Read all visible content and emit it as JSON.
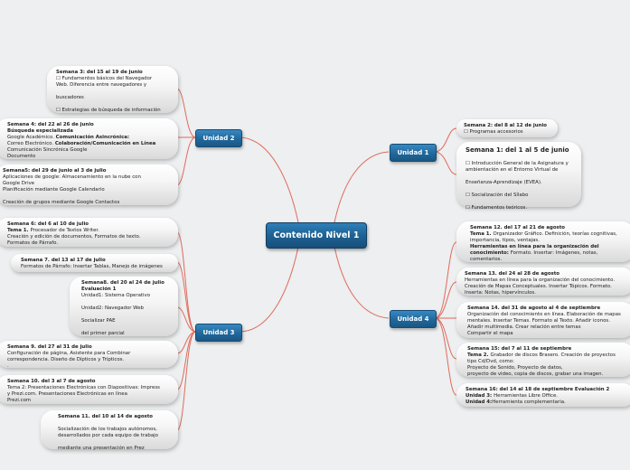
{
  "central": {
    "label": "Contenido Nivel 1"
  },
  "colors": {
    "node_blue": "#1f6598",
    "connector": "#e06a5c",
    "background": "#edeff0"
  },
  "units": [
    {
      "label": "Unidad 1"
    },
    {
      "label": "Unidad 2"
    },
    {
      "label": "Unidad 3"
    },
    {
      "label": "Unidad 4"
    }
  ],
  "unidad1": {
    "semana2": {
      "title": "Semana 2: del 8 al 12 de junio",
      "lines": [
        "☐ Programas accesorios"
      ]
    },
    "semana1": {
      "title": "Semana 1: del 1 al 5 de junio",
      "lines": [
        "☐ Introducción General de la Asignatura y",
        "ambientación en el Entorno Virtual de",
        "Enseñanza-Aprendizaje (EVEA).",
        "☐ Socialización del Sílabo",
        "☐ Fundamentos teóricos."
      ]
    }
  },
  "unidad2": {
    "semana3": {
      "title": "Semana 3: del 15 al 19 de junio",
      "lines": [
        "☐ Fundamentos básicos del Navegador",
        "Web. Diferencia entre navegadores y",
        "buscadores",
        "☐ Estrategias de búsqueda de información"
      ]
    },
    "semana4": {
      "title": "Semana 4: del 22 al 26 de junio",
      "l1": "Búsqueda especializada",
      "l2a": "Google Académico. ",
      "l2b": "Comunicación Asincrónica:",
      "l3a": "Correo Electrónico. ",
      "l3b": "Colaboración/Comunicación en Línea",
      "l4": "Comunicación Sincrónica Google",
      "l5": "Documento"
    },
    "semana5": {
      "title": "Semana5: del 29 de junio al 3 de julio",
      "lines": [
        "Aplicaciones de google: Almacenamiento en la nube con",
        "Google Drive",
        "Planificación mediante Google Calendario",
        "Creación de grupos mediante Google Contactos"
      ]
    }
  },
  "unidad3": {
    "semana6": {
      "title": "Semana 6: del 6 al 10 de julio",
      "l1a": "Tema 1. ",
      "l1b": "Procesador de Textos Writer.",
      "l2": "Creación y edición de documentos, Formatos de texto.",
      "l3": "Formatos de Párrafo."
    },
    "semana7": {
      "title": "Semana 7. del 13 al 17 de julio",
      "lines": [
        "Formatos de Párrafo: Insertar Tablas, Manejo de imágenes"
      ]
    },
    "semana8": {
      "title": "Semana8. del 20 al 24 de julio",
      "subtitle": "Evaluación 1",
      "lines": [
        "Unidad1: Sistema Operativo",
        "Unidad2: Navegador Web",
        "Socializar  PAE",
        "del primer parcial"
      ]
    },
    "semana9": {
      "title": "Semana 9. del 27 al 31 de julio",
      "lines": [
        "Configuración de página, Asistente para Combinar",
        "correspondencia. Diseño de Dípticos y Trípticos.",
        "."
      ]
    },
    "semana10": {
      "title": "Semana 10. del 3 al 7 de agosto",
      "lines": [
        "Tema 2: Presentaciones Electrónicas con Diapositivas: Impress",
        "y Prezi.com. Presentaciones Electrónicas en línea",
        "Prezi.com"
      ]
    },
    "semana11": {
      "title": "Semana 11. del 10 al 14 de agosto",
      "lines": [
        "Socialización de los trabajos autónomos,",
        "desarrollados por cada equipo de trabajo",
        "mediante una presentación en Prez"
      ]
    }
  },
  "unidad4": {
    "semana12": {
      "title": "Semana 12. del 17 al 21 de agosto",
      "l1a": "Tema 1. ",
      "l1b": "Organizador Gráfico. Definición, teorías cognitivas,",
      "l2": "importancia, tipos, ventajas.",
      "l3": "Herramientas en línea para la organización del",
      "l4a": "conocimiento: ",
      "l4b": "Formato. Insertar: Imágenes, notas,",
      "l5": "comentarios."
    },
    "semana13": {
      "title": "Semana 13. del 24 al 28 de agosto",
      "lines": [
        "Herramientas en línea para la organización del conocimiento.",
        "Creación de Mapas Conceptuales. Insertar Tópicos. Formato.",
        "Inserta: Notas, hipervínculos."
      ]
    },
    "semana14": {
      "title": "Semana 14. del 31 de agosto al 4 de septiembre",
      "lines": [
        "Organización del conocimiento en línea. Elaboración de mapas",
        "mentales. Insertar Temas. Formato al Texto. Añadir iconos.",
        "Añadir multimedia. Crear relación entre temas",
        " Compartir el mapa"
      ]
    },
    "semana15": {
      "title": "Semana 15: del 7 al 11 de septiembre",
      "l1a": "Tema 2. ",
      "l1b": "Grabador de discos Brasero. Creación de proyectos",
      "l2": "tipo Cd/Dvd, como:",
      "l3": "Proyecto de Sonido, Proyecto de datos,",
      "l4": "proyecto de video, copia de discos, grabar una imagen."
    },
    "semana16": {
      "title": "Semana 16: del 14 al 18 de septiembre Evaluación 2",
      "l1a": "Unidad 3: ",
      "l1b": "Herramientas Libre Office.",
      "l2a": "Unidad 4:",
      "l2b": "Herramienta complementaria."
    }
  }
}
